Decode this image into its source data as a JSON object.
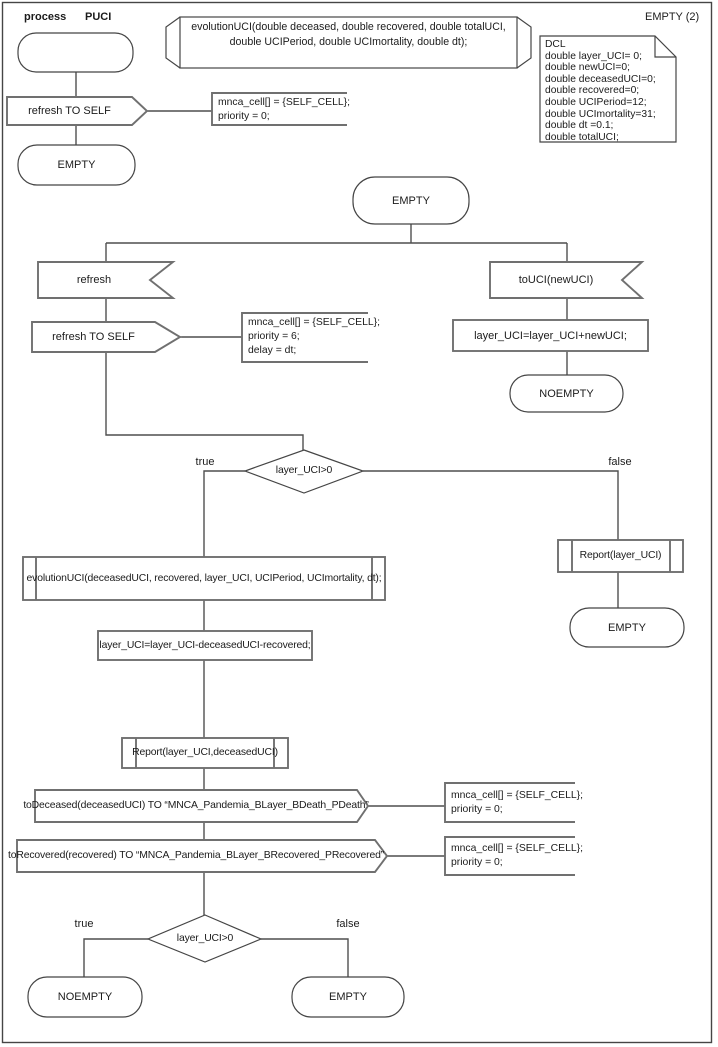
{
  "header": {
    "kind_label": "process",
    "process_name": "PUCI",
    "page_label": "EMPTY (2)"
  },
  "signature": {
    "line1": "evolutionUCI(double deceased, double recovered, double totalUCI,",
    "line2": "double UCIPeriod, double UCImortality, double dt);"
  },
  "dcl": {
    "lines": [
      "DCL",
      "double layer_UCI= 0;",
      "double newUCI=0;",
      "double deceasedUCI=0;",
      "double recovered=0;",
      "double UCIPeriod=12;",
      "double UCImortality=31;",
      "double dt =0.1;",
      "double totalUCI;"
    ]
  },
  "nodes": {
    "out_refresh1": "refresh TO SELF",
    "state_empty1": "EMPTY",
    "state_empty2": "EMPTY",
    "in_refresh": "refresh",
    "out_refresh2": "refresh TO SELF",
    "in_touci": "toUCI(newUCI)",
    "task_add": "layer_UCI=layer_UCI+newUCI;",
    "state_noempty1": "NOEMPTY",
    "decision1": "layer_UCI>0",
    "proc_evolution": "evolutionUCI(deceasedUCI, recovered, layer_UCI, UCIPeriod, UCImortality, dt);",
    "task_sub": "layer_UCI=layer_UCI-deceasedUCI-recovered;",
    "proc_report_2args": "Report(layer_UCI,deceasedUCI)",
    "out_todeceased": "toDeceased(deceasedUCI) TO “MNCA_Pandemia_BLayer_BDeath_PDeath”",
    "out_torecovered": "toRecovered(recovered) TO “MNCA_Pandemia_BLayer_BRecovered_PRecovered”",
    "decision2": "layer_UCI>0",
    "state_noempty2": "NOEMPTY",
    "state_empty3": "EMPTY",
    "proc_report_1arg": "Report(layer_UCI)",
    "state_empty4": "EMPTY"
  },
  "comments": {
    "c1": [
      "mnca_cell[] = {SELF_CELL};",
      "priority = 0;"
    ],
    "c2": [
      "mnca_cell[] = {SELF_CELL};",
      "priority = 6;",
      "delay = dt;"
    ],
    "c3": [
      "mnca_cell[] = {SELF_CELL};",
      "priority = 0;"
    ],
    "c4": [
      "mnca_cell[] = {SELF_CELL};",
      "priority = 0;"
    ]
  },
  "branch_labels": {
    "d1_true": "true",
    "d1_false": "false",
    "d2_true": "true",
    "d2_false": "false"
  }
}
